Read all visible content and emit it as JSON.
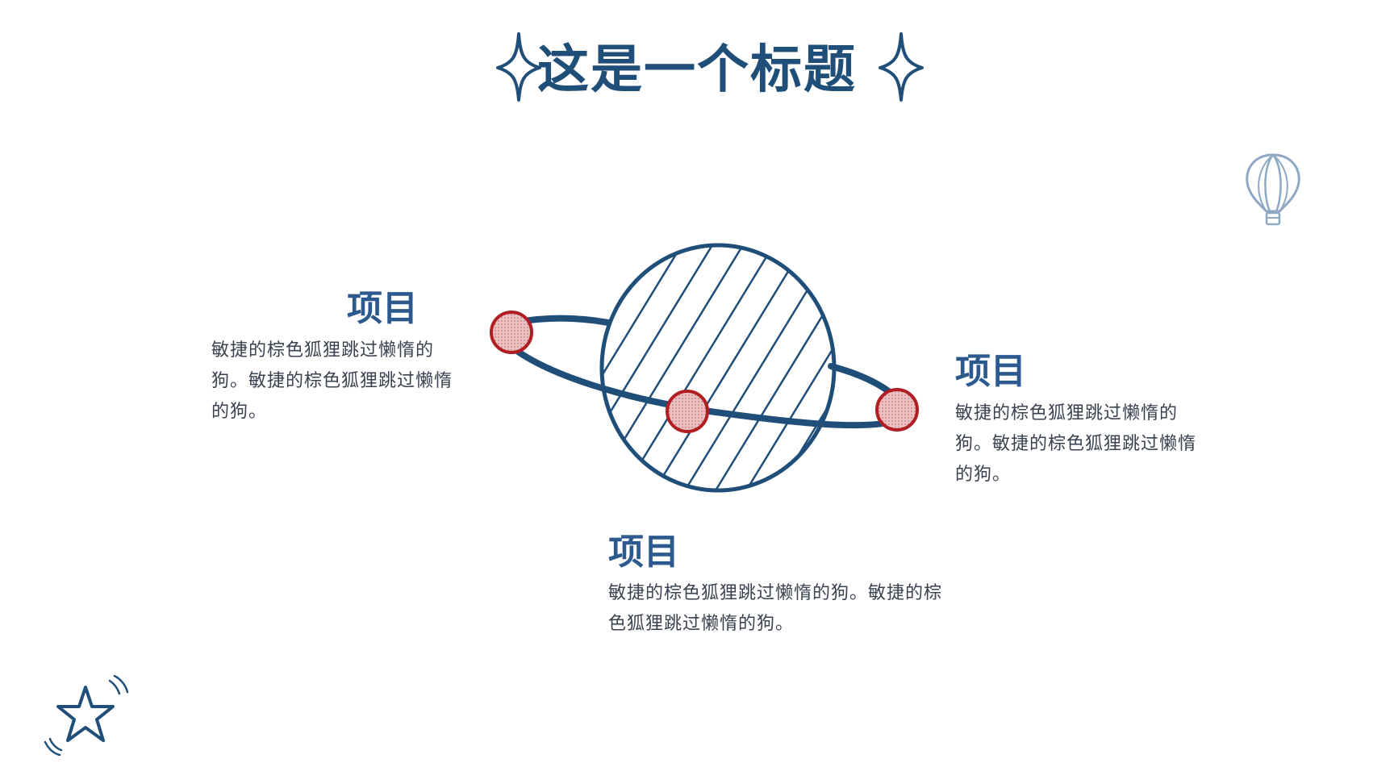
{
  "slide": {
    "title": "这是一个标题"
  },
  "items": [
    {
      "heading": "项目",
      "body": "敏捷的棕色狐狸跳过懒惰的狗。敏捷的棕色狐狸跳过懒惰的狗。"
    },
    {
      "heading": "项目",
      "body": "敏捷的棕色狐狸跳过懒惰的狗。敏捷的棕色狐狸跳过懒惰的狗。"
    },
    {
      "heading": "项目",
      "body": "敏捷的棕色狐狸跳过懒惰的狗。敏捷的棕色狐狸跳过懒惰的狗。"
    }
  ],
  "decorations": {
    "icons": [
      "sparkle-icon",
      "hot-air-balloon-icon",
      "star-icon",
      "planet-illustration"
    ]
  },
  "colors": {
    "primary": "#1f4e79",
    "heading": "#2d5a8e",
    "moon_fill": "#e8c0c0",
    "moon_stroke": "#b01e23",
    "balloon": "#8fa8c4",
    "body_text": "#3a4250"
  }
}
